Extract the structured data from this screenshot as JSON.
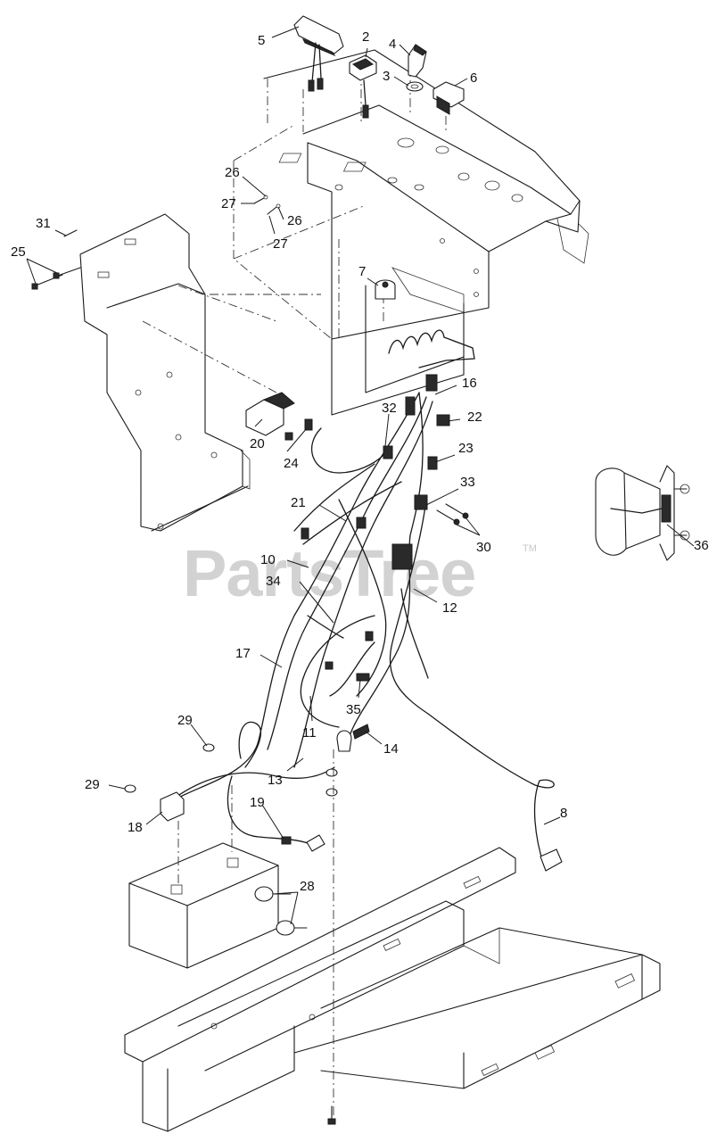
{
  "watermark": {
    "text": "PartsTree",
    "trademark": "TM"
  },
  "callouts": [
    {
      "id": "c5",
      "label": "5"
    },
    {
      "id": "c2",
      "label": "2"
    },
    {
      "id": "c4",
      "label": "4"
    },
    {
      "id": "c3",
      "label": "3"
    },
    {
      "id": "c6",
      "label": "6"
    },
    {
      "id": "c26a",
      "label": "26"
    },
    {
      "id": "c27a",
      "label": "27"
    },
    {
      "id": "c26b",
      "label": "26"
    },
    {
      "id": "c27b",
      "label": "27"
    },
    {
      "id": "c31",
      "label": "31"
    },
    {
      "id": "c25",
      "label": "25"
    },
    {
      "id": "c7",
      "label": "7"
    },
    {
      "id": "c16",
      "label": "16"
    },
    {
      "id": "c32",
      "label": "32"
    },
    {
      "id": "c22",
      "label": "22"
    },
    {
      "id": "c20",
      "label": "20"
    },
    {
      "id": "c24",
      "label": "24"
    },
    {
      "id": "c23",
      "label": "23"
    },
    {
      "id": "c33",
      "label": "33"
    },
    {
      "id": "c21",
      "label": "21"
    },
    {
      "id": "c30",
      "label": "30"
    },
    {
      "id": "c36",
      "label": "36"
    },
    {
      "id": "c10",
      "label": "10"
    },
    {
      "id": "c34",
      "label": "34"
    },
    {
      "id": "c12",
      "label": "12"
    },
    {
      "id": "c17",
      "label": "17"
    },
    {
      "id": "c35",
      "label": "35"
    },
    {
      "id": "c11",
      "label": "11"
    },
    {
      "id": "c14",
      "label": "14"
    },
    {
      "id": "c29a",
      "label": "29"
    },
    {
      "id": "c13",
      "label": "13"
    },
    {
      "id": "c29b",
      "label": "29"
    },
    {
      "id": "c8",
      "label": "8"
    },
    {
      "id": "c19",
      "label": "19"
    },
    {
      "id": "c18",
      "label": "18"
    },
    {
      "id": "c28",
      "label": "28"
    }
  ]
}
